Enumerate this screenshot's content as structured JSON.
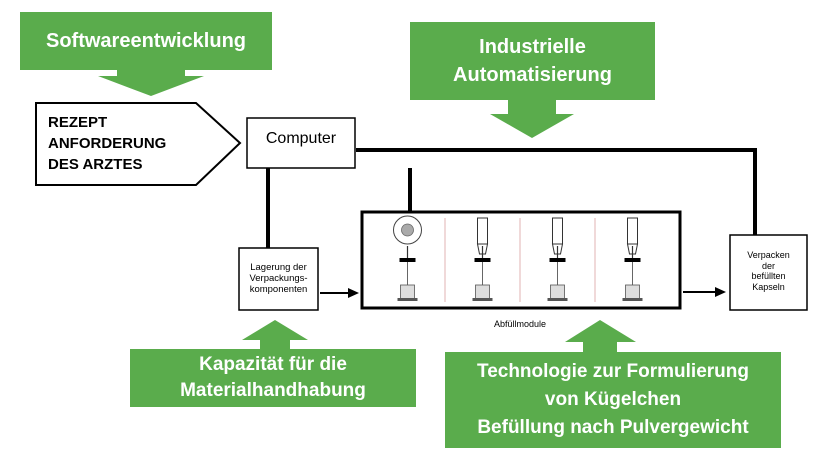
{
  "colors": {
    "accent_green": "#5aac4c",
    "line": "#000000",
    "background": "#ffffff"
  },
  "top_left_callout": {
    "text": "Softwareentwicklung"
  },
  "top_right_callout": {
    "lines": [
      "Industrielle",
      "Automatisierung"
    ]
  },
  "bottom_left_callout": {
    "lines": [
      "Kapazität für die",
      "Materialhandhabung"
    ]
  },
  "bottom_right_callout": {
    "lines": [
      "Technologie zur Formulierung",
      "von Kügelchen",
      "Befüllung nach Pulvergewicht"
    ]
  },
  "input_arrow": {
    "lines": [
      "REZEPT",
      "ANFORDERUNG",
      "DES ARZTES"
    ]
  },
  "computer_box": {
    "label": "Computer"
  },
  "storage_box": {
    "lines": [
      "Lagerung der",
      "Verpackungs-",
      "komponenten"
    ]
  },
  "filling_modules": {
    "label": "Abfüllmodule",
    "module_count": 4
  },
  "packing_box": {
    "lines": [
      "Verpacken",
      "der",
      "befüllten",
      "Kapseln"
    ]
  },
  "icons": [
    "up-arrow-icon",
    "down-arrow-icon",
    "right-arrow-icon",
    "filling-station-icon"
  ]
}
